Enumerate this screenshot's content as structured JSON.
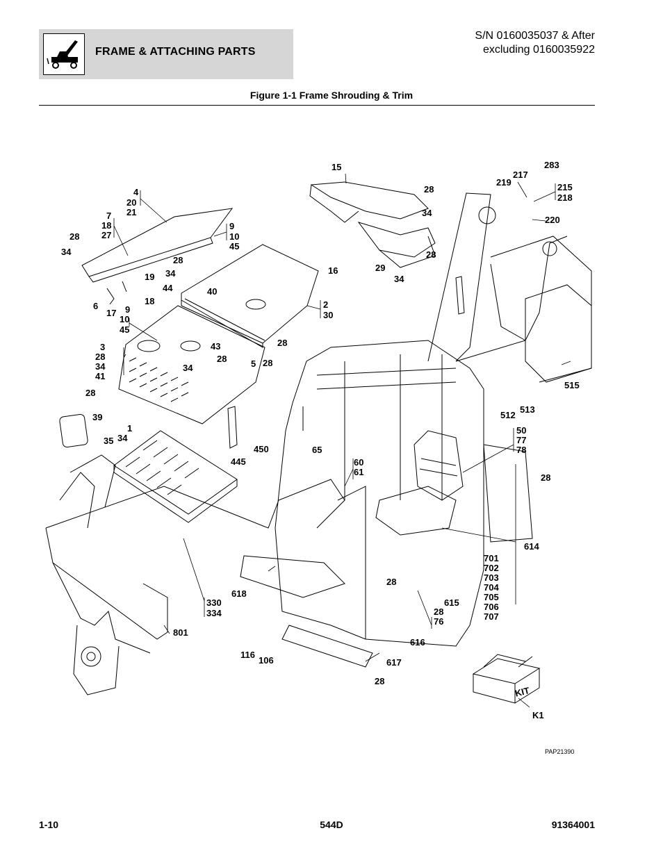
{
  "header": {
    "section_title": "FRAME & ATTACHING PARTS",
    "serial_line1": "S/N 0160035037 & After",
    "serial_line2": "excluding 0160035922"
  },
  "figure": {
    "title": "Figure 1-1 Frame Shrouding & Trim",
    "ref_code": "PAP21390",
    "kit_text": "KIT",
    "callouts": {
      "c15": "15",
      "c28a": "28",
      "c34a": "34",
      "c28b": "28",
      "c29": "29",
      "c34b": "34",
      "c217": "217",
      "c219": "219",
      "c283": "283",
      "c215": "215",
      "c218": "218",
      "c220": "220",
      "c4": "4",
      "c20": "20",
      "c21": "21",
      "c7": "7",
      "c18a": "18",
      "c27": "27",
      "c9a": "9",
      "c10a": "10",
      "c45a": "45",
      "c28c": "28",
      "c34c": "34",
      "c19": "19",
      "c18b": "18",
      "c6": "6",
      "c17": "17",
      "c28d": "28",
      "c34d": "34",
      "c44": "44",
      "c40": "40",
      "c16": "16",
      "c2": "2",
      "c30": "30",
      "c9b": "9",
      "c10b": "10",
      "c45b": "45",
      "c3": "3",
      "c28e": "28",
      "c34e": "34",
      "c41": "41",
      "c43": "43",
      "c28f": "28",
      "c34f": "34",
      "c5": "5",
      "c28g": "28",
      "c28h": "28",
      "c28i": "28",
      "c39": "39",
      "c1": "1",
      "c35": "35",
      "c34g": "34",
      "c450": "450",
      "c445": "445",
      "c65": "65",
      "c60": "60",
      "c61": "61",
      "c515": "515",
      "c513": "513",
      "c512": "512",
      "c50": "50",
      "c77": "77",
      "c78": "78",
      "c28j": "28",
      "c614": "614",
      "c701": "701",
      "c702": "702",
      "c703": "703",
      "c704": "704",
      "c705": "705",
      "c706": "706",
      "c707": "707",
      "c28k": "28",
      "c615": "615",
      "c28l": "28",
      "c76": "76",
      "c616": "616",
      "c330": "330",
      "c334": "334",
      "c618": "618",
      "c801": "801",
      "c116": "116",
      "c106": "106",
      "c617": "617",
      "c28m": "28",
      "k1": "K1"
    }
  },
  "footer": {
    "page_number": "1-10",
    "model": "544D",
    "manual_number": "91364001"
  }
}
